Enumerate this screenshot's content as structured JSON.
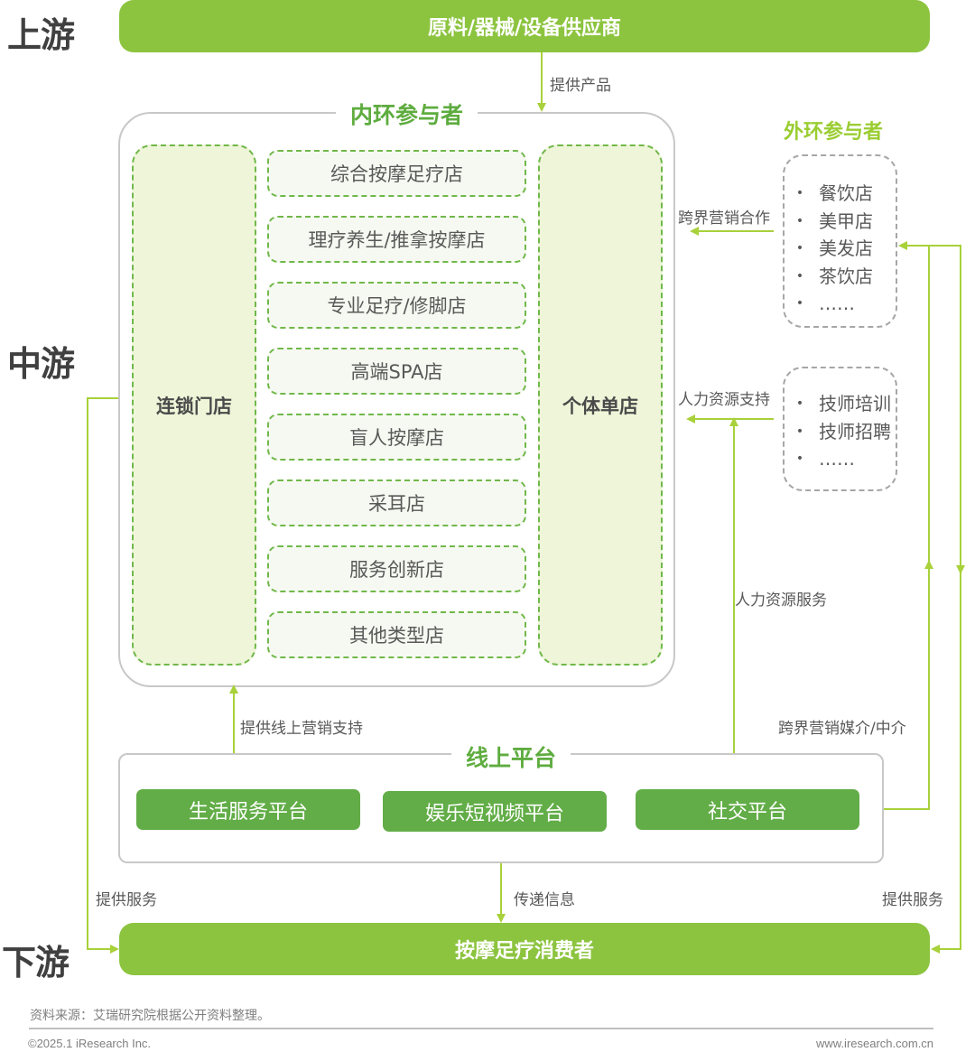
{
  "stages": {
    "upstream": "上游",
    "midstream": "中游",
    "downstream": "下游"
  },
  "upstream_bar": "原料/器械/设备供应商",
  "downstream_bar": "按摩足疗消费者",
  "inner_ring": {
    "title": "内环参与者",
    "left_column": "连锁门店",
    "right_column": "个体单店",
    "store_types": [
      "综合按摩足疗店",
      "理疗养生/推拿按摩店",
      "专业足疗/修脚店",
      "高端SPA店",
      "盲人按摩店",
      "采耳店",
      "服务创新店",
      "其他类型店"
    ]
  },
  "outer_ring": {
    "title": "外环参与者",
    "cross_industry": [
      "餐饮店",
      "美甲店",
      "美发店",
      "茶饮店",
      "……"
    ],
    "hr_services": [
      "技师培训",
      "技师招聘",
      "……"
    ],
    "bullet": "•"
  },
  "online_platforms": {
    "title": "线上平台",
    "items": [
      "生活服务平台",
      "娱乐短视频平台",
      "社交平台"
    ]
  },
  "edge_labels": {
    "provide_products": "提供产品",
    "cross_marketing_coop": "跨界营销合作",
    "hr_support": "人力资源支持",
    "hr_service": "人力资源服务",
    "online_marketing_support": "提供线上营销支持",
    "cross_marketing_intermediary": "跨界营销媒介/中介",
    "provide_service_left": "提供服务",
    "pass_information": "传递信息",
    "provide_service_right": "提供服务"
  },
  "footer": {
    "source": "资料来源：艾瑞研究院根据公开资料整理。",
    "copyright": "©2025.1 iResearch Inc.",
    "website": "www.iresearch.com.cn"
  },
  "colors": {
    "bar_green": "#8cc43f",
    "title_green": "#5eac3f",
    "platform_green": "#62ad47",
    "arrow_green": "#a8d13a",
    "column_fill": "#eff5d9"
  }
}
